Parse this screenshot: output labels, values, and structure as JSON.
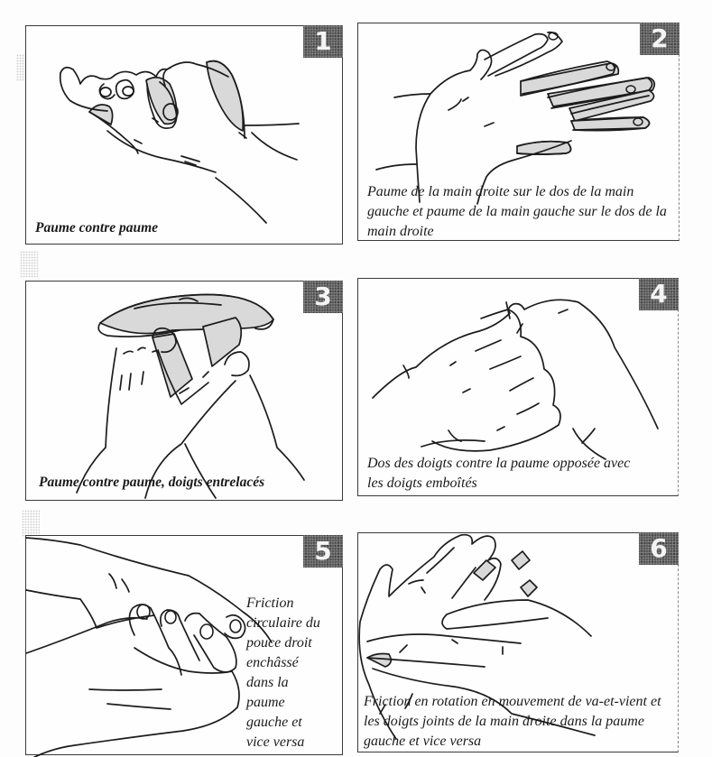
{
  "document": {
    "panels": [
      {
        "number": "1",
        "caption": "Paume contre paume",
        "illustration": "palm-to-palm-hands"
      },
      {
        "number": "2",
        "caption": "Paume de la main droite sur le dos de la main gauche et paume de la main gauche sur le dos de la main droite",
        "illustration": "palm-over-back-of-hand"
      },
      {
        "number": "3",
        "caption": "Paume contre paume, doigts entrelacés",
        "illustration": "interlaced-fingers-hands"
      },
      {
        "number": "4",
        "caption": "Dos des doigts contre la paume opposée avec les doigts emboîtés",
        "illustration": "interlocked-fingers-hands"
      },
      {
        "number": "5",
        "caption_lines": [
          "Friction",
          "circulaire du",
          "pouce droit",
          "enchâssé",
          "dans la",
          "paume",
          "gauche et",
          "vice versa"
        ],
        "caption": "Friction circulaire du pouce droit enchâssé dans la paume gauche et vice versa",
        "illustration": "thumb-rotation-hands"
      },
      {
        "number": "6",
        "caption": "Friction en rotation en mouvement de va-et-vient et les doigts joints de la main droite dans la paume gauche et vice versa",
        "illustration": "fingertips-in-palm-hands"
      }
    ],
    "badge_color": "#5a5a5a",
    "line_color": "#1c1c1c"
  }
}
